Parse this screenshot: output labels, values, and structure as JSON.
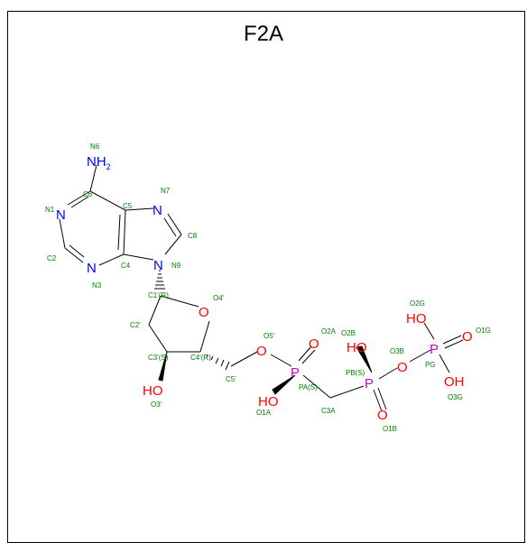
{
  "title": "F2A",
  "colors": {
    "bond": "#000000",
    "nitrogen": "#0000ff",
    "oxygen": "#ff0000",
    "phosphorus": "#cc00cc",
    "annotation": "#008000"
  },
  "atoms": {
    "NH2": "NH",
    "NH2_sub": "2",
    "N1": "N",
    "N3": "N",
    "N7": "N",
    "N9": "N",
    "O4p": "O",
    "O5p": "O",
    "O2A": "O",
    "PA": "P",
    "HO_1A": "HO",
    "HO_3p": "HO",
    "HO_2B": "HO",
    "PB": "P",
    "O1B": "O",
    "O3B": "O",
    "HO_2G": "HO",
    "PG": "P",
    "O1G": "O",
    "OH_3G": "OH"
  },
  "labels": {
    "N6": "N6",
    "C6": "C6",
    "C5": "C5",
    "N7": "N7",
    "N1": "N1",
    "C8": "C8",
    "C2": "C2",
    "C4": "C4",
    "N9": "N9",
    "N3": "N3",
    "C1p": "C1'(R)",
    "O4p": "O4'",
    "C2p": "C2'",
    "O5p": "O5'",
    "O2A": "O2A",
    "O2B": "O2B",
    "O2G": "O2G",
    "O1G": "O1G",
    "C3p": "C3'(S)",
    "C4p": "C4'(R)",
    "O3B": "O3B",
    "PB": "PB(S)",
    "PG": "PG",
    "C5p": "C5'",
    "PA": "PA(S)",
    "O3p": "O3'",
    "O1A": "O1A",
    "C3A": "C3A",
    "O3G": "O3G",
    "O1B": "O1B"
  }
}
